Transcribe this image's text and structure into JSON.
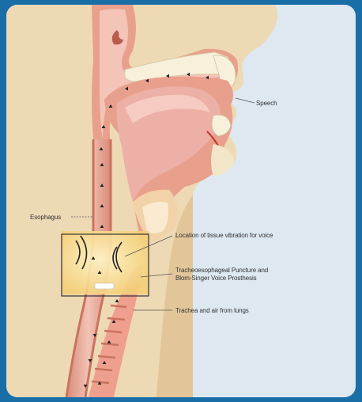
{
  "labels": {
    "speech": "Speech",
    "esophagus": "Esophagus",
    "tissue_vibration": "Location of tissue vibration for voice",
    "puncture_line1": "Tracheoesophageal Puncture and",
    "puncture_line2": "Blom-Singer Voice Prosthesis",
    "trachea": "Trachea and air from lungs"
  },
  "colors": {
    "frame": "#1a6ea8",
    "background": "#dde8f1",
    "skin": "#eed9b5",
    "tissue_outer": "#e8a08c",
    "tissue_inner": "#f4c4b8",
    "tongue": "#ecb0a6",
    "teeth": "#f7f1dc",
    "highlight_zone": "#f6dd8c",
    "arrow": "#222222"
  }
}
